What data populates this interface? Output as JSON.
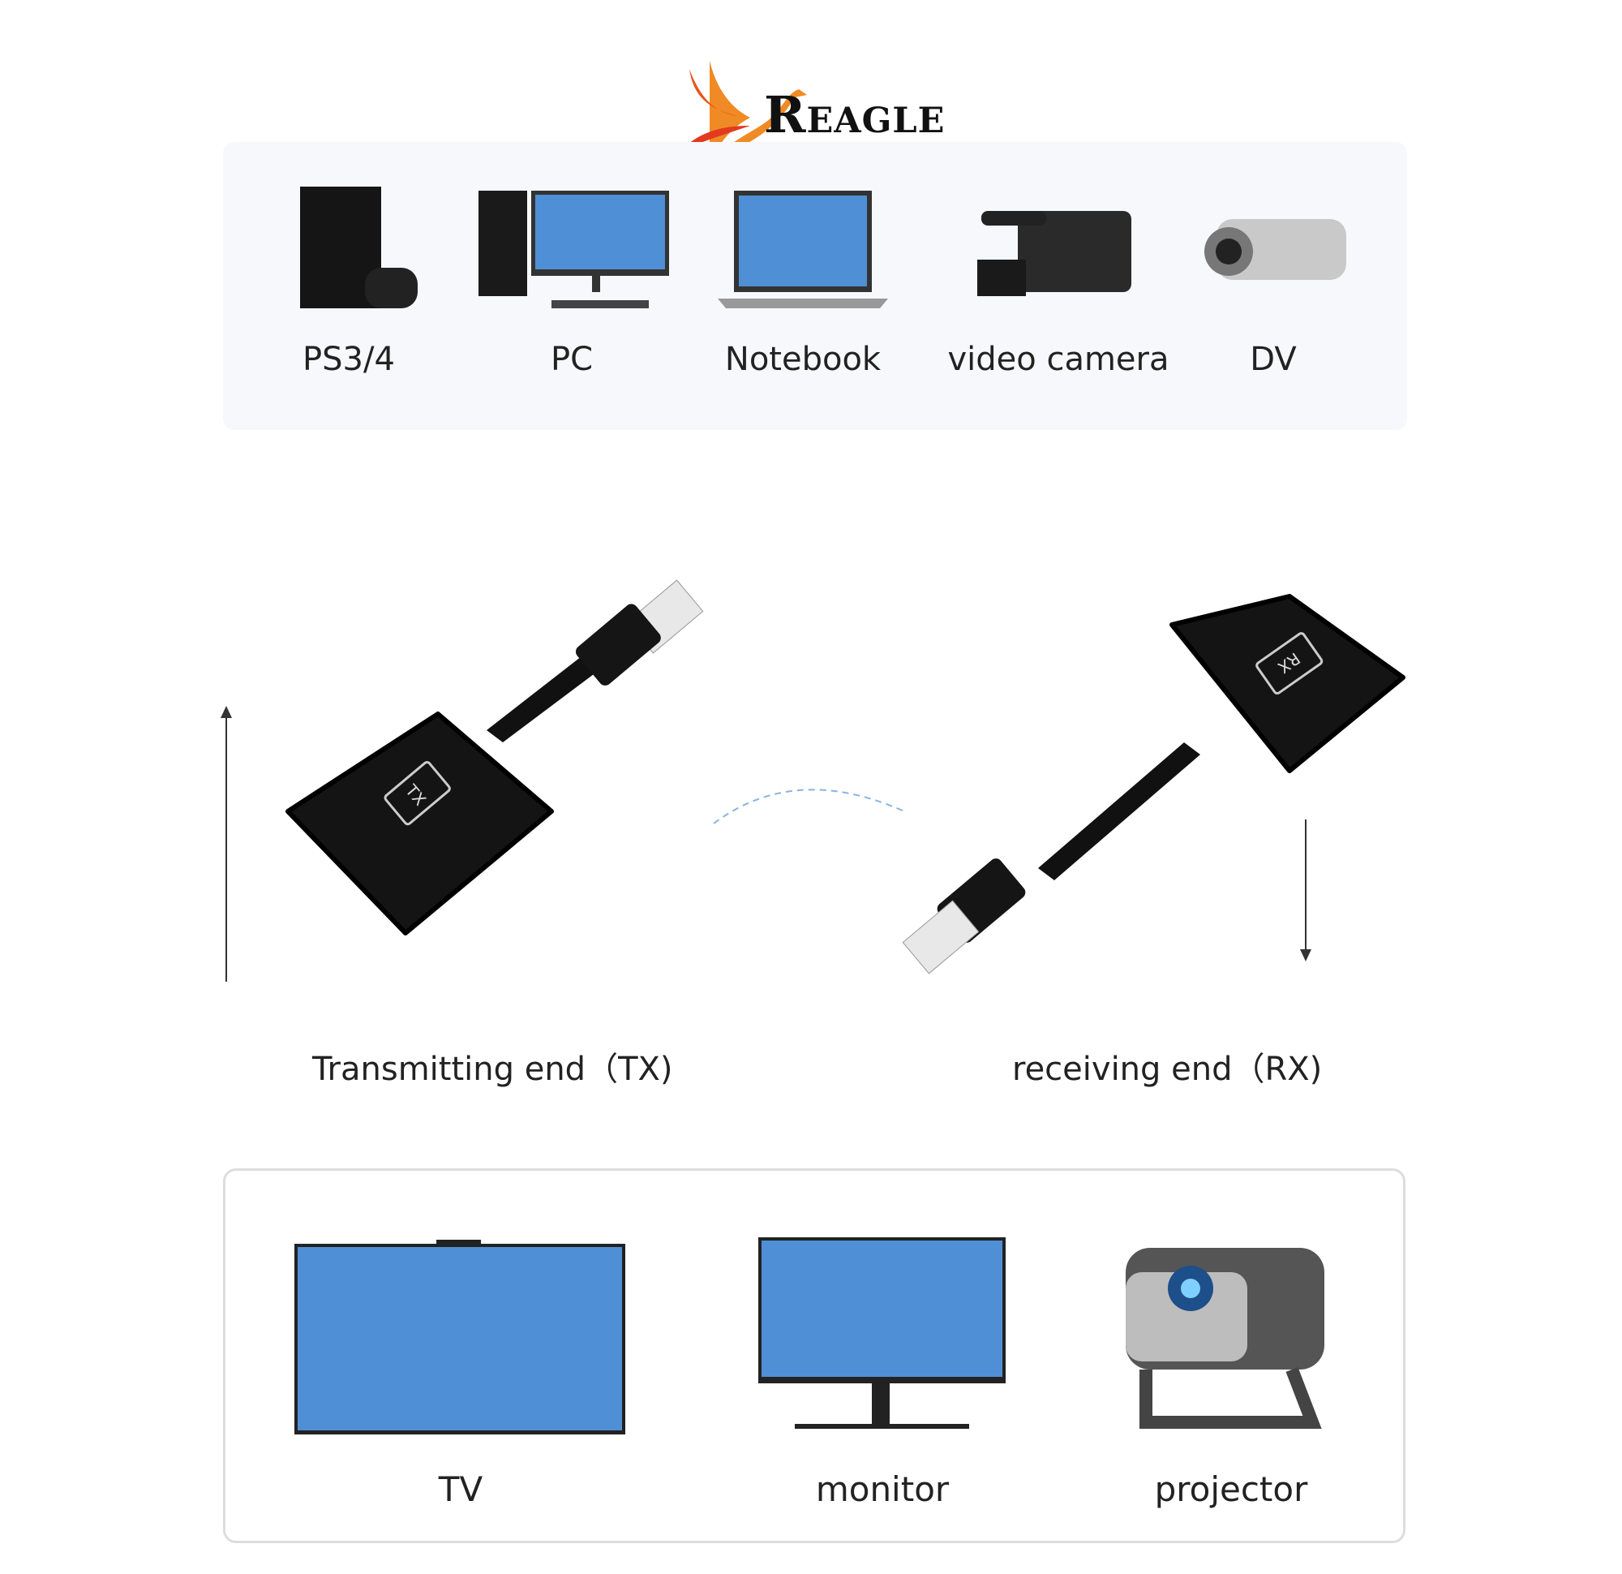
{
  "brand": {
    "name": "Reagle"
  },
  "sources": [
    {
      "label": "PS3/4",
      "icon": "game-console-icon"
    },
    {
      "label": "PC",
      "icon": "desktop-pc-icon"
    },
    {
      "label": "Notebook",
      "icon": "laptop-icon"
    },
    {
      "label": "video camera",
      "icon": "video-camera-icon"
    },
    {
      "label": "DV",
      "icon": "camcorder-icon"
    }
  ],
  "devices": {
    "tx": {
      "label": "Transmitting end（TX)",
      "badge": "TX"
    },
    "rx": {
      "label": "receiving end（RX)",
      "badge": "RX"
    }
  },
  "sinks": [
    {
      "label": "TV",
      "icon": "tv-icon"
    },
    {
      "label": "monitor",
      "icon": "monitor-icon"
    },
    {
      "label": "projector",
      "icon": "projector-icon"
    }
  ],
  "colors": {
    "brand_orange": "#f08a24",
    "screen_blue": "#4f8fd6",
    "device_black": "#141414"
  }
}
